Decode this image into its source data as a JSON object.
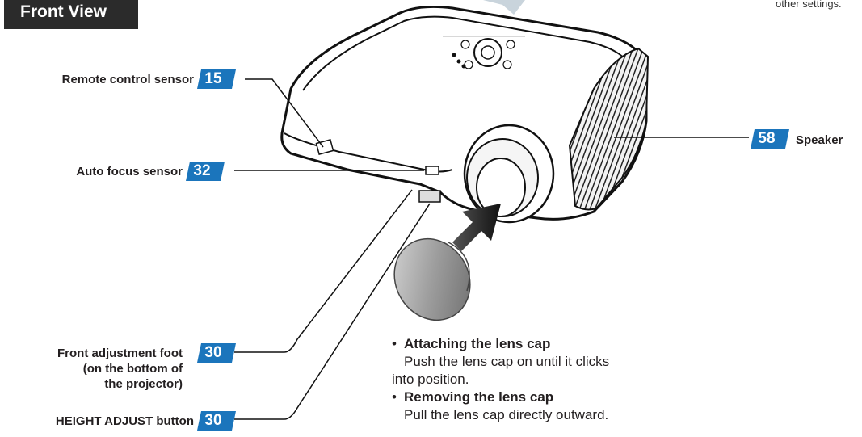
{
  "header": {
    "title": "Front View",
    "corner_note": "other settings."
  },
  "callouts": {
    "remote_sensor": {
      "label": "Remote control sensor",
      "page": "15"
    },
    "auto_focus": {
      "label": "Auto focus sensor",
      "page": "32"
    },
    "foot": {
      "label_line1": "Front adjustment foot",
      "label_line2": "(on the bottom of",
      "label_line3": "the projector)",
      "page": "30"
    },
    "height_adjust": {
      "label": "HEIGHT ADJUST button",
      "page": "30"
    },
    "speaker": {
      "label": "Speaker",
      "page": "58"
    }
  },
  "instructions": {
    "attach_title": "Attaching the lens cap",
    "attach_line1": "Push the lens cap on until it clicks",
    "attach_line2": "into position.",
    "remove_title": "Removing the lens cap",
    "remove_line1": "Pull the lens cap directly outward.",
    "bullet": "•"
  },
  "colors": {
    "badge": "#1b75bc",
    "tab": "#2b2b2b",
    "lens_cap": "#9a9a9a"
  }
}
